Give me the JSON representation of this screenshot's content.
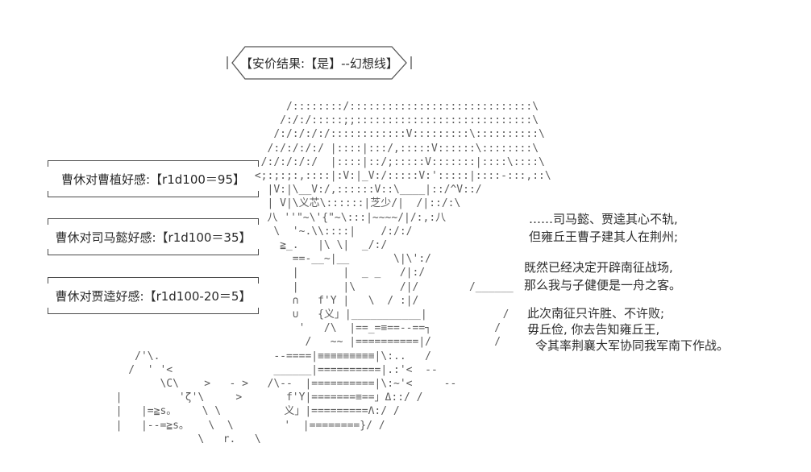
{
  "page": {
    "background": "#ffffff",
    "text_color": "#2e2e2e",
    "aa_color": "#5c5c5c"
  },
  "title_box": {
    "label": "【安价结果:【是】--幻想线】"
  },
  "stat_boxes": [
    {
      "label": "曹休对曹植好感:【r1d100＝95】"
    },
    {
      "label": "曹休对司马懿好感:【r1d100＝35】"
    },
    {
      "label": "曹休对贾逵好感:【r1d100-20＝5】"
    }
  ],
  "dialogue": {
    "block1": {
      "line1": "……司马懿、贾逵其心不轨,",
      "line2": "但雍丘王曹子建其人在荆州;"
    },
    "block2": {
      "line1": "既然已经决定开辟南征战场,",
      "line2": "那么我与子健便是一舟之客。"
    },
    "block3": {
      "line1": "此次南征只许胜、不许败;",
      "line2": "毋丘俭, 你去告知雍丘王,",
      "line3": "令其率荆襄大军协同我军南下作战。"
    }
  },
  "ascii_art": {
    "description": "AA character portrait (Cao Xiu) with spiky hair, armor plates and hands",
    "lines": [
      "                             /::::::::/:::::::::::::::::::::::::::::\\",
      "                            /:/:/:::::;;::::::::::::::::::::::::::::\\",
      "                           /:/:/:/:/::::::::::::V:::::::::\\::::::::::\\",
      "                          /:/:/:/:/ |::::|:::/,:::::V::::::\\::::::::\\",
      "                         /:/:/:/:/  |::::|::/;:::::V:::::::|::::\\::::\\",
      "                        <;:;:;:,::::|:V:|_V:/:::::V:':::::|::::-:::,::\\",
      "                          |V:|\\__V:/,::::::V::\\____|::/^V::/",
      "                          | V|\\义芯\\::::::|芝少/|  /|::/:\\",
      "                          八 ''\"~\\'{\"~\\:::|~~~~/|/:,:八",
      "                           \\  '~.\\\\::::|    /:/:/",
      "                            ≧_.   |\\ \\|  _/:/",
      "                              ==-__~|__       \\|\\':/",
      "                              |       |  _ _   /|:/",
      "                              |       |\\       /|/        /______",
      "                              ∩   f'Y |   \\  / :|/",
      "                              ∪   {义」|___________|            /",
      "                               '   /\\  |==_=≡==--==┐          /",
      "                                /   ~~ |==========|/          /",
      "     /'\\.                  --====|≡≡≡≡≡≡≡≡≡|\\:..   /",
      "    /  ' '<                ______|==========|.:'<  --",
      "         \\C\\    >   - >   /\\--  |==========|\\:~'<     --",
      "  |         'ζ'\\     >       f'Y|=======≡==」Δ::/ /",
      "  |   |=≧s。    \\ \\          义」|=========Λ:/ /",
      "  |   |--=≧s。   \\  \\        '  |========}/ /",
      "               \\   r.   \\"
    ]
  }
}
